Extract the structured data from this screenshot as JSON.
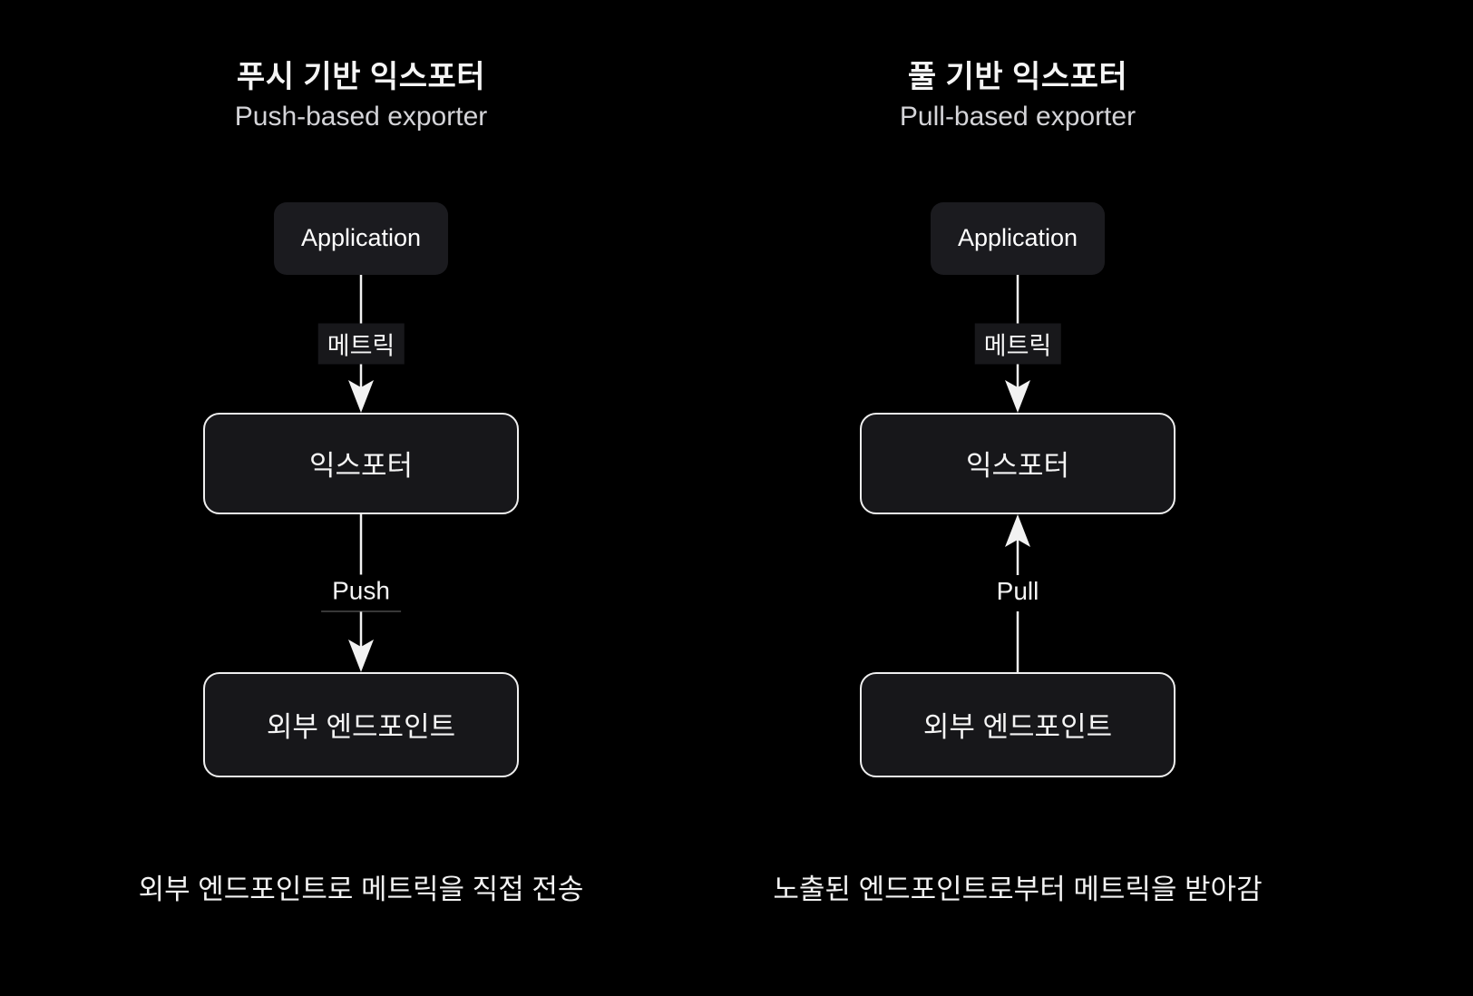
{
  "colors": {
    "bg": "#000000",
    "title": "#f5f5f5",
    "subtitle": "#d4d4d8",
    "node_fill": "#17171a",
    "node_border": "#f0f0f0",
    "app_fill": "#1b1b1f",
    "arrow": "#f2f2f2",
    "label_bg": "#18181b",
    "caption": "#f2f2f2"
  },
  "panels": [
    {
      "id": "push-based",
      "title_ko": "푸시 기반 익스포터",
      "title_en": "Push-based exporter",
      "nodes": {
        "application": "Application",
        "exporter": "익스포터",
        "endpoint": "외부 엔드포인트"
      },
      "edges": [
        {
          "label": "메트릭",
          "direction": "down",
          "from": "application",
          "to": "exporter"
        },
        {
          "label": "Push",
          "direction": "down",
          "from": "exporter",
          "to": "endpoint"
        }
      ],
      "caption": "외부 엔드포인트로 메트릭을 직접 전송"
    },
    {
      "id": "pull-based",
      "title_ko": "풀 기반 익스포터",
      "title_en": "Pull-based exporter",
      "nodes": {
        "application": "Application",
        "exporter": "익스포터",
        "endpoint": "외부 엔드포인트"
      },
      "edges": [
        {
          "label": "메트릭",
          "direction": "down",
          "from": "application",
          "to": "exporter"
        },
        {
          "label": "Pull",
          "direction": "up",
          "from": "endpoint",
          "to": "exporter"
        }
      ],
      "caption": "노출된 엔드포인트로부터 메트릭을 받아감"
    }
  ]
}
